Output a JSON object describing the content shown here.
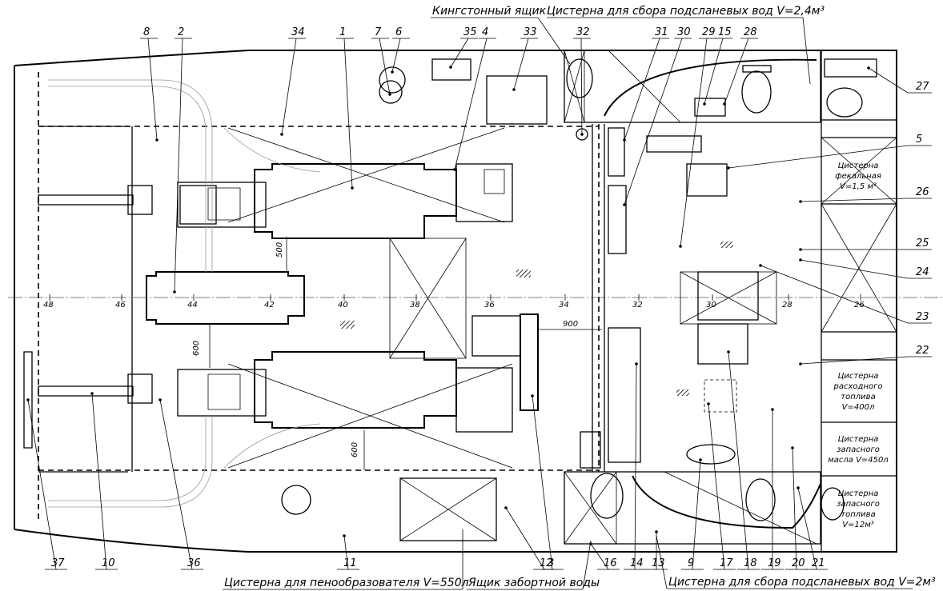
{
  "callouts": {
    "top": [
      "8",
      "2",
      "34",
      "1",
      "7",
      "6",
      "35",
      "4",
      "33",
      "32",
      "31",
      "30",
      "29",
      "15",
      "28"
    ],
    "right": [
      "27",
      "5",
      "26",
      "25",
      "24",
      "23",
      "22"
    ],
    "bottom": [
      "37",
      "10",
      "36",
      "11",
      "12",
      "3",
      "16",
      "14",
      "13",
      "9",
      "17",
      "18",
      "19",
      "20",
      "21"
    ]
  },
  "titles": {
    "kingston": "Кингстонный ящик",
    "bilge_top": "Цистерна для сбора подсланевых вод V=2,4м³",
    "bilge_bottom": "Цистерна для сбора подсланевых вод V=2м³",
    "foam": "Цистерна для пенообразователя V=550л",
    "seawater": "Ящик забортной воды"
  },
  "tanks": {
    "fecal": [
      "Цистерна",
      "фекальная",
      "V=1,5 м³"
    ],
    "consumable_fuel": [
      "Цистерна",
      "расходного",
      "топлива",
      "V=400л"
    ],
    "spare_oil": [
      "Цистерна",
      "запасного",
      "масла V=450л"
    ],
    "spare_fuel": [
      "Цистерна",
      "запасного",
      "топлива",
      "V=12м³"
    ]
  },
  "frames": [
    "48",
    "46",
    "44",
    "42",
    "40",
    "38",
    "36",
    "34",
    "32",
    "30",
    "28",
    "26"
  ],
  "dimensions": {
    "d1": "500",
    "d2": "600",
    "d3": "600",
    "d4": "900"
  }
}
